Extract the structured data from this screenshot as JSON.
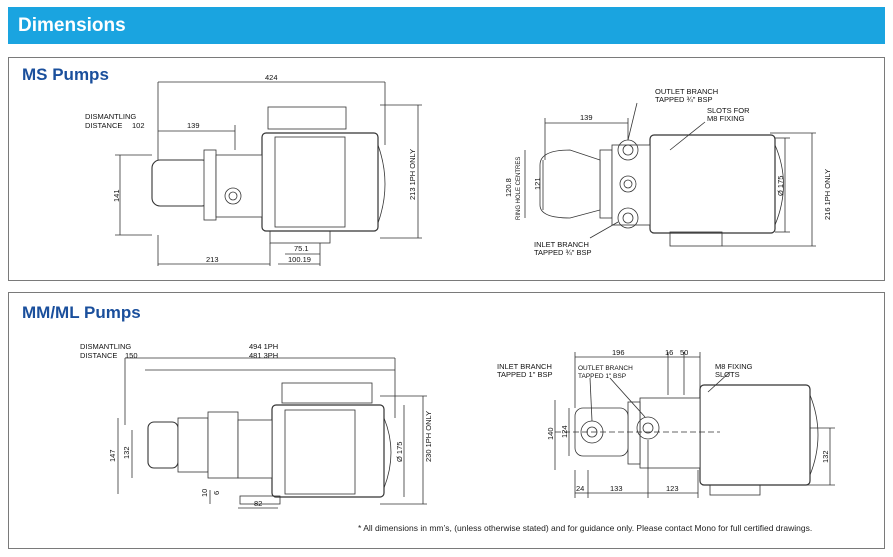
{
  "header": {
    "title": "Dimensions"
  },
  "ms": {
    "title": "MS Pumps",
    "side": {
      "total": "424",
      "dismantling": "DISMANTLING",
      "distance": "DISTANCE",
      "dist_value": "102",
      "d139": "139",
      "h141": "141",
      "d213": "213",
      "d75": "75.1",
      "d100": "100.19",
      "v213": "213 1PH ONLY"
    },
    "end": {
      "d139": "139",
      "outlet1": "OUTLET BRANCH",
      "outlet2": "TAPPED ¾\" BSP",
      "slots1": "SLOTS FOR",
      "slots2": "M8 FIXING",
      "h120": "120.8",
      "ring": "RING HOLE CENTRES",
      "h121": "121",
      "inlet1": "INLET BRANCH",
      "inlet2": "TAPPED ¾\" BSP",
      "d175": "Ø 175",
      "v216": "216 1PH ONLY"
    }
  },
  "mm": {
    "title": "MM/ML Pumps",
    "side": {
      "dismantling": "DISMANTLING",
      "distance": "DISTANCE",
      "dist_value": "150",
      "len1": "494 1PH",
      "len3": "481 3PH",
      "h147": "147",
      "h132": "132",
      "h10": "10",
      "h6": "6",
      "d82": "82",
      "d175": "Ø 175",
      "v230": "230 1PH ONLY"
    },
    "end": {
      "inlet1": "INLET BRANCH",
      "inlet2": "TAPPED 1\" BSP",
      "outlet1": "OUTLET BRANCH",
      "outlet2": "TAPPED 1\" BSP",
      "d196": "196",
      "d16": "16",
      "d50": "50",
      "fix1": "M8 FIXING",
      "fix2": "SLOTS",
      "h140": "140",
      "h124": "124",
      "d24": "24",
      "d133": "133",
      "d123": "123",
      "h132": "132"
    }
  },
  "footnote": "* All dimensions in mm’s, (unless otherwise stated) and for guidance only. Please contact Mono for full certified drawings."
}
